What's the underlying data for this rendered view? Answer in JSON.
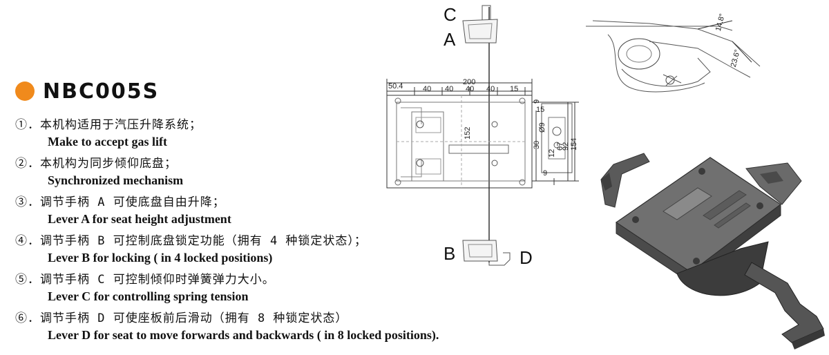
{
  "product": {
    "model": "NBC005S",
    "accent_color": "#f08a1c"
  },
  "features": [
    {
      "zh": "①．本机构适用于汽压升降系统；",
      "en": "Make to accept gas lift"
    },
    {
      "zh": "②．本机构为同步倾仰底盘；",
      "en": "Synchronized mechanism"
    },
    {
      "zh": "③．调节手柄 A 可使底盘自由升降；",
      "en": "Lever A for seat height adjustment"
    },
    {
      "zh": "④．调节手柄 B 可控制底盘锁定功能（拥有 4 种锁定状态）；",
      "en": "Lever B for locking ( in 4 locked positions)"
    },
    {
      "zh": "⑤．调节手柄 C 可控制倾仰时弹簧弹力大小。",
      "en": "Lever C for controlling spring tension"
    },
    {
      "zh": "⑥．调节手柄 D 可使座板前后滑动（拥有 8 种锁定状态）",
      "en": "Lever D for seat to move forwards and backwards ( in 8 locked positions)."
    }
  ],
  "drawing": {
    "lever_labels": {
      "c": "C",
      "a": "A",
      "b": "B",
      "d": "D"
    },
    "dimensions": {
      "width_total": "200",
      "left_offset": "50.4",
      "seg1": "40",
      "seg2": "40",
      "seg3": "40",
      "seg4": "40",
      "right_seg": "15",
      "top_gap": "9",
      "right_top": "15",
      "height": "152",
      "dia": "Ø9",
      "d30": "30",
      "d12": "12",
      "d67": "67",
      "d92": "92",
      "d154": "154",
      "d9_bottom": "9"
    },
    "angles": {
      "upper": "14.8°",
      "lower": "23.6°"
    }
  }
}
